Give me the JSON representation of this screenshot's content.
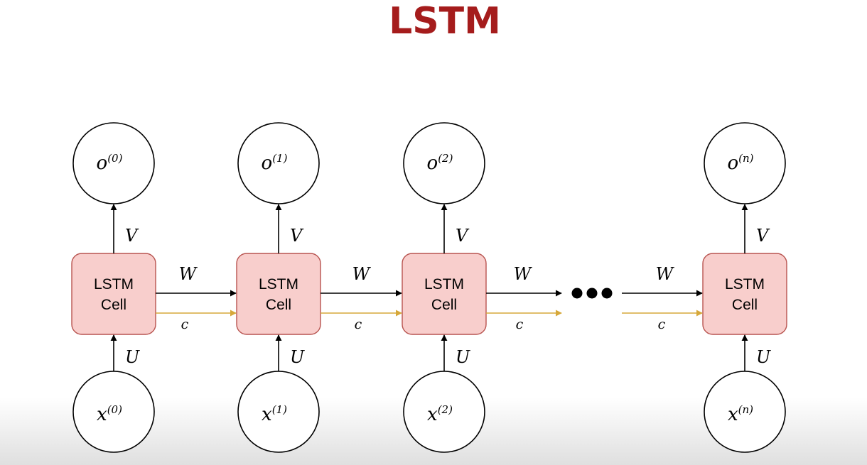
{
  "title": "LSTM",
  "colors": {
    "title": "#a51c1c",
    "cell_fill": "#f8cecc",
    "cell_stroke": "#b85450",
    "line": "#000000",
    "cell_state_line": "#d6a83a"
  },
  "cells": [
    {
      "line1": "LSTM",
      "line2": "Cell",
      "output": {
        "base": "o",
        "sup": "(0)",
        "sup_italic": false
      },
      "input": {
        "base": "x",
        "sup": "(0)",
        "sup_italic": false
      },
      "out_weight": "V",
      "in_weight": "U"
    },
    {
      "line1": "LSTM",
      "line2": "Cell",
      "output": {
        "base": "o",
        "sup": "(1)",
        "sup_italic": false
      },
      "input": {
        "base": "x",
        "sup": "(1)",
        "sup_italic": false
      },
      "out_weight": "V",
      "in_weight": "U"
    },
    {
      "line1": "LSTM",
      "line2": "Cell",
      "output": {
        "base": "o",
        "sup": "(2)",
        "sup_italic": false
      },
      "input": {
        "base": "x",
        "sup": "(2)",
        "sup_italic": false
      },
      "out_weight": "V",
      "in_weight": "U"
    },
    {
      "line1": "LSTM",
      "line2": "Cell",
      "output": {
        "base": "o",
        "sup": "(n)",
        "sup_italic": true
      },
      "input": {
        "base": "x",
        "sup": "(n)",
        "sup_italic": true
      },
      "out_weight": "V",
      "in_weight": "U"
    }
  ],
  "recurrent_links": [
    {
      "hidden_label": "W",
      "cell_state_label": "c"
    },
    {
      "hidden_label": "W",
      "cell_state_label": "c"
    },
    {
      "hidden_label": "W",
      "cell_state_label": "c"
    },
    {
      "hidden_label": "W",
      "cell_state_label": "c"
    }
  ],
  "ellipsis_dots": 3
}
